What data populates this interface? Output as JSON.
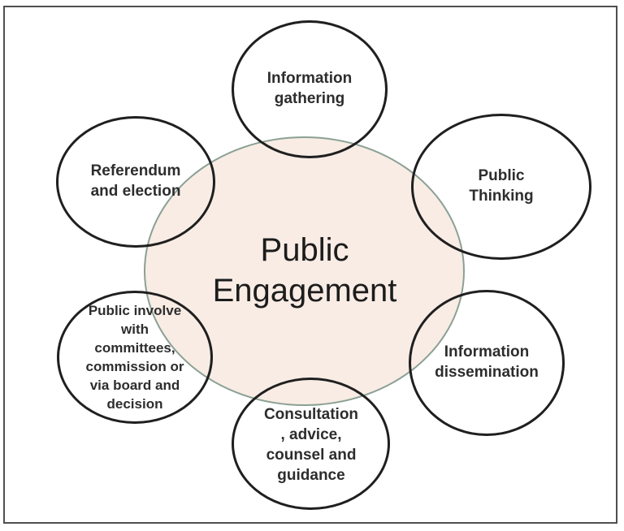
{
  "title": "Public engagement diagram",
  "colors": {
    "frame_border": "#4f4f4f",
    "center_fill": "#f8ece5",
    "center_stroke": "#8ba094",
    "node_stroke": "#1f1f1f",
    "text": "#2d2d2d",
    "center_text": "#1c1c1c"
  },
  "diagram": {
    "center": {
      "id": "public-engagement",
      "lines": [
        "Public",
        "Engagement"
      ]
    },
    "nodes": [
      {
        "id": "information-gathering",
        "position": "top",
        "lines": [
          "Information",
          "gathering"
        ]
      },
      {
        "id": "public-thinking",
        "position": "top-right",
        "lines": [
          "Public",
          "Thinking"
        ]
      },
      {
        "id": "information-dissemination",
        "position": "bottom-right",
        "lines": [
          "Information",
          "dissemination"
        ]
      },
      {
        "id": "consultation-advice",
        "position": "bottom",
        "lines": [
          "Consultation",
          ", advice,",
          "counsel and",
          "guidance"
        ]
      },
      {
        "id": "public-involve",
        "position": "bottom-left",
        "lines": [
          "Public involve",
          "with",
          "committees,",
          "commission or",
          "via board and",
          "decision"
        ]
      },
      {
        "id": "referendum-election",
        "position": "top-left",
        "lines": [
          "Referendum",
          "and election"
        ]
      }
    ]
  }
}
